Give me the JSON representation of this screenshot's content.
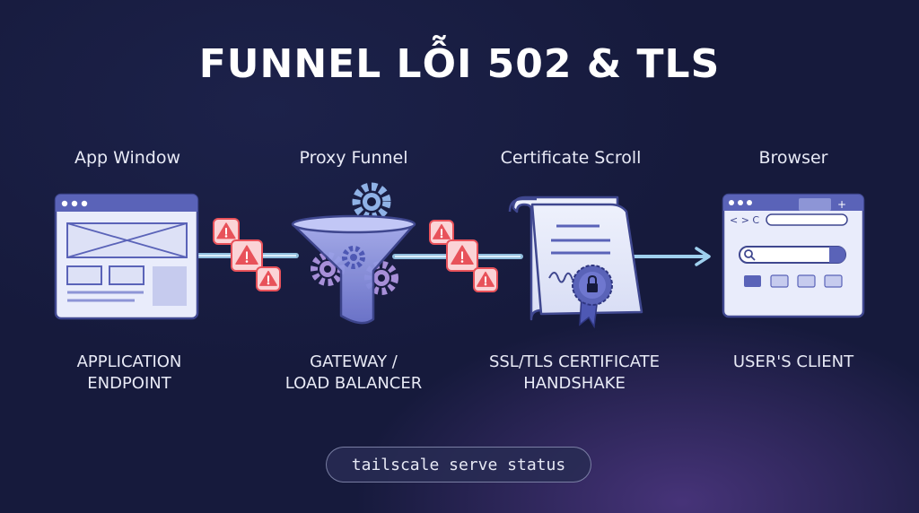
{
  "title": "FUNNEL LỖI 502 & TLS",
  "stages": [
    {
      "name": "App Window",
      "desc": [
        "APPLICATION",
        "ENDPOINT"
      ]
    },
    {
      "name": "Proxy Funnel",
      "desc": [
        "GATEWAY /",
        "LOAD BALANCER"
      ]
    },
    {
      "name": "Certificate Scroll",
      "desc": [
        "SSL/TLS CERTIFICATE",
        "HANDSHAKE"
      ]
    },
    {
      "name": "Browser",
      "desc": [
        "USER'S CLIENT"
      ]
    }
  ],
  "command": "tailscale serve status",
  "colors": {
    "background": "#161a3c",
    "window_bar": "#5a63b8",
    "window_body": "#e9ecfb",
    "funnel": "#8c93de",
    "gear": "#8fb2e6",
    "error": "#e8525a",
    "connector": "#9fd0ee",
    "ribbon": "#4e58b4"
  },
  "icons": [
    "app-window-icon",
    "funnel-icon",
    "gear-icon",
    "certificate-scroll-icon",
    "lock-seal-icon",
    "browser-icon",
    "warning-icon",
    "arrow-right-icon"
  ]
}
